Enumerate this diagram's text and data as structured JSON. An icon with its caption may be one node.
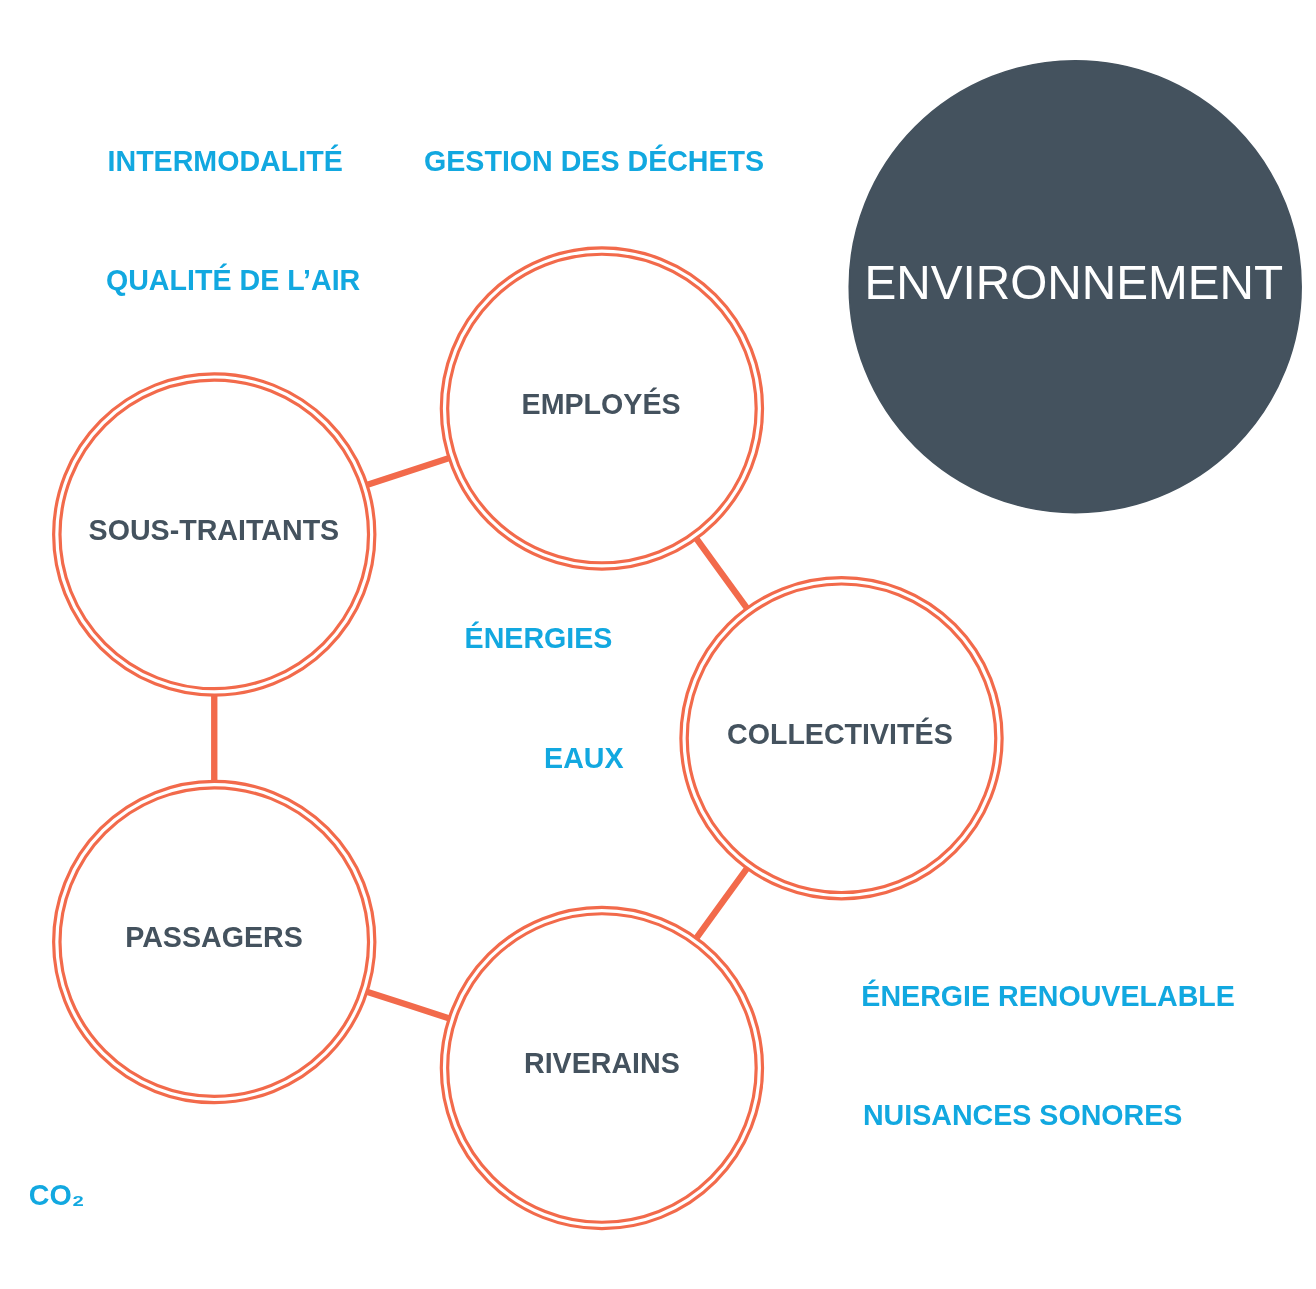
{
  "diagram": {
    "nodes": [
      {
        "text": [
          "ENVIRONNEMENT"
        ]
      },
      {
        "text": [
          "RIVERAINS"
        ]
      },
      {
        "text": [
          "PASSAGERS"
        ]
      },
      {
        "text": [
          "SOUS-TRAITANTS"
        ]
      },
      {
        "text": [
          "EMPLOYÉS"
        ]
      },
      {
        "text": [
          "COLLECTIVITÉS"
        ]
      }
    ],
    "edges": [
      {
        "from": 1,
        "to": 2,
        "arrow": "none"
      },
      {
        "from": 2,
        "to": 3,
        "arrow": "none"
      },
      {
        "from": 3,
        "to": 4,
        "arrow": "none"
      },
      {
        "from": 4,
        "to": 5,
        "arrow": "none"
      },
      {
        "from": 5,
        "to": 1,
        "arrow": "none"
      }
    ],
    "labels": [
      "CO₂",
      "ÉNERGIES",
      "QUALITÉ DE L’AIR",
      "ÉNERGIE RENOUVELABLE",
      "EAUX",
      "NUISANCES SONORES",
      "GESTION DES DÉCHETS",
      "INTERMODALITÉ"
    ]
  }
}
